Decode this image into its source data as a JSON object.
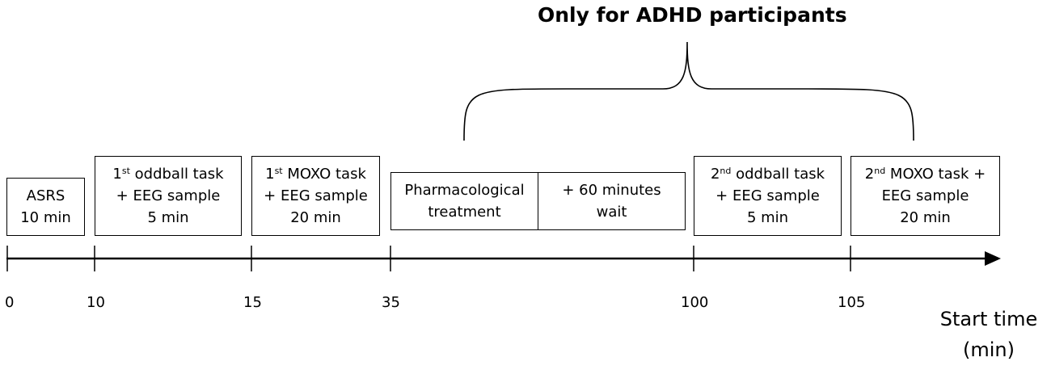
{
  "title": "Only for ADHD participants",
  "steps": [
    {
      "lines": [
        "ASRS",
        "10 min"
      ]
    },
    {
      "ordinal": "1",
      "ordinal_suffix": "st",
      "lines": [
        "oddball task",
        "+ EEG sample",
        "5 min"
      ]
    },
    {
      "ordinal": "1",
      "ordinal_suffix": "st",
      "lines": [
        "MOXO task",
        "+ EEG sample",
        "20 min"
      ]
    },
    {
      "cells": [
        [
          "Pharmacological",
          "treatment"
        ],
        [
          "+ 60 minutes",
          "wait"
        ]
      ]
    },
    {
      "ordinal": "2",
      "ordinal_suffix": "nd",
      "lines": [
        "oddball task",
        "+ EEG sample",
        "5 min"
      ]
    },
    {
      "ordinal": "2",
      "ordinal_suffix": "nd",
      "lines": [
        "MOXO task +",
        "EEG sample",
        "20 min"
      ]
    }
  ],
  "ticks": [
    "0",
    "10",
    "15",
    "35",
    "100",
    "105"
  ],
  "axis_title": [
    "Start time",
    "(min)"
  ]
}
